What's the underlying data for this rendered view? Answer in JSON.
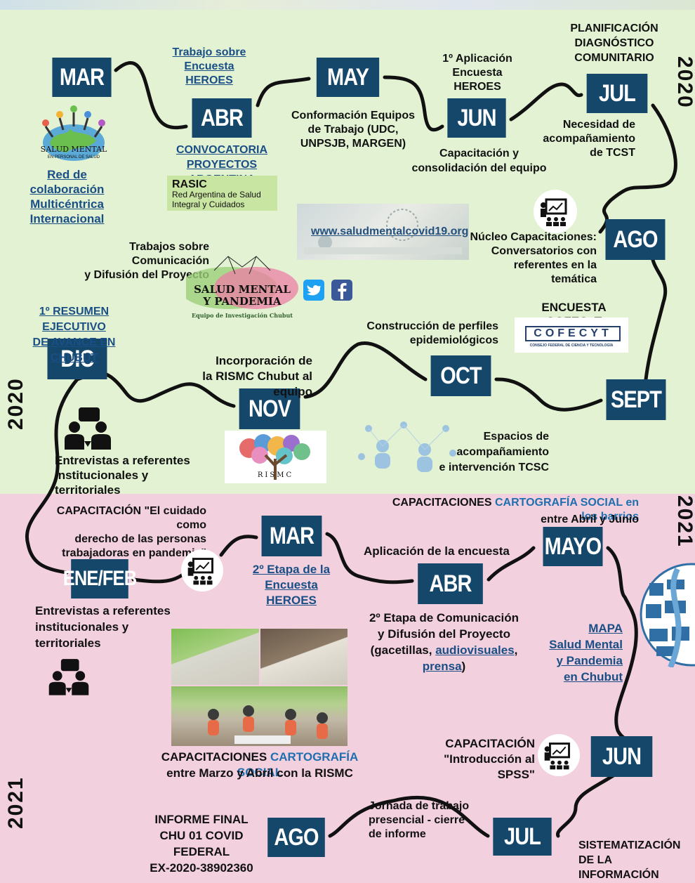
{
  "colors": {
    "month_bg": "#15476b",
    "top_bg": "#e2f2d3",
    "bottom_bg": "#f2d0de",
    "link": "#1a4f86",
    "highlight": "#1f6fb0"
  },
  "years": {
    "top_right": "2020",
    "left_mid": "2020",
    "right_mid": "2021",
    "left_bottom": "2021"
  },
  "months": {
    "mar1": "MAR",
    "abr1": "ABR",
    "may": "MAY",
    "jun1": "JUN",
    "jul1": "JUL",
    "ago1": "AGO",
    "sept": "SEPT",
    "oct": "OCT",
    "nov": "NOV",
    "dic": "DIC",
    "enefeb": "ENE/FEB",
    "mar2": "MAR",
    "abr2": "ABR",
    "mayo": "MAYO",
    "jun2": "JUN",
    "jul2": "JUL",
    "ago2": "AGO"
  },
  "texts": {
    "trabajo_heroes": "Trabajo sobre\nEncuesta HEROES",
    "red_colab": "Red de colaboración\nMulticéntrica\nInternacional",
    "salud_mental_logo": "SALUD MENTAL",
    "salud_mental_logo_sub": "EN PERSONAL DE SALUD",
    "convocatoria": "CONVOCATORIA\nPROYECTOS ARGENTINA",
    "rasic_title": "RASIC",
    "rasic_sub": "Red Argentina de Salud\nIntegral y Cuidados",
    "conformacion": "Conformación Equipos\nde Trabajo (UDC,\nUNPSJB, MARGEN)",
    "aplicacion1": "1º Aplicación\nEncuesta HEROES",
    "capacitacion_consol": "Capacitación y\nconsolidación del equipo",
    "planificacion": "PLANIFICACIÓN\nDIAGNÓSTICO\nCOMUNITARIO",
    "necesidad": "Necesidad de\nacompañamiento\nde TCST",
    "web": "www.saludmentalcovid19.org",
    "nucleo": "Núcleo Capacitaciones:\nConversatorios con\nreferentes en la temática",
    "trabajos_com": "Trabajos sobre  Comunicación\ny Difusión del Proyecto",
    "smp_title1": "SALUD MENTAL",
    "smp_title2": "Y PANDEMIA",
    "smp_sub": "Equipo de Investigación Chubut",
    "resumen": "1º RESUMEN EJECUTIVO\nDE AVANCE EN CHUBUT",
    "encuesta_cofecyt": "ENCUESTA COFECyT",
    "cofecyt_logo": "COFECYT",
    "cofecyt_sub": "CONSEJO FEDERAL DE CIENCIA Y TECNOLOGÍA",
    "construccion": "Construcción de perfiles\nepidemiológicos",
    "incorporacion": "Incorporación de\nla RISMC Chubut al equipo",
    "espacios": "Espacios de acompañamiento\ne intervención TCSC",
    "entrevistas1": "Entrevistas a referentes\ninstitucionales y territoriales",
    "rismc": "RISMC",
    "capacitacion_cuidado": "CAPACITACIÓN \"El cuidado como\nderecho de las personas\ntrabajadoras en pandemia\"",
    "segunda_etapa_heroes": "2º Etapa de la\nEncuesta HEROES",
    "aplicacion_encuesta": "Aplicación de la encuesta",
    "cap_cart_prefix": "CAPACITACIONES ",
    "cap_cart_hl": "CARTOGRAFÍA SOCIAL en los barrios",
    "entre_abril": "entre Abril y Junio",
    "entrevistas2": "Entrevistas a referentes\ninstitucionales y\nterritoriales",
    "segunda_etapa_com_1": "2º Etapa de Comunicación\ny Difusión del Proyecto",
    "segunda_etapa_com_open": "(gacetillas, ",
    "segunda_etapa_com_link1": "audiovisuales",
    "segunda_etapa_com_sep": ", ",
    "segunda_etapa_com_link2": "prensa",
    "segunda_etapa_com_close": ")",
    "mapa": "MAPA\nSalud Mental\ny Pandemia\nen Chubut",
    "cap2_prefix": "CAPACITACIONES ",
    "cap2_hl": "CARTOGRAFÍA SOCIAL",
    "cap2_line2": "entre Marzo y Abril con la RISMC",
    "capacitacion_spss": "CAPACITACIÓN\n\"Introducción al SPSS\"",
    "informe_final": "INFORME FINAL\nCHU 01 COVID FEDERAL\nEX-2020-38902360",
    "jornada": "Jornada de trabajo\npresencial - cierre\nde informe",
    "sistematizacion": "SISTEMATIZACIÓN\nDE LA INFORMACIÓN"
  }
}
